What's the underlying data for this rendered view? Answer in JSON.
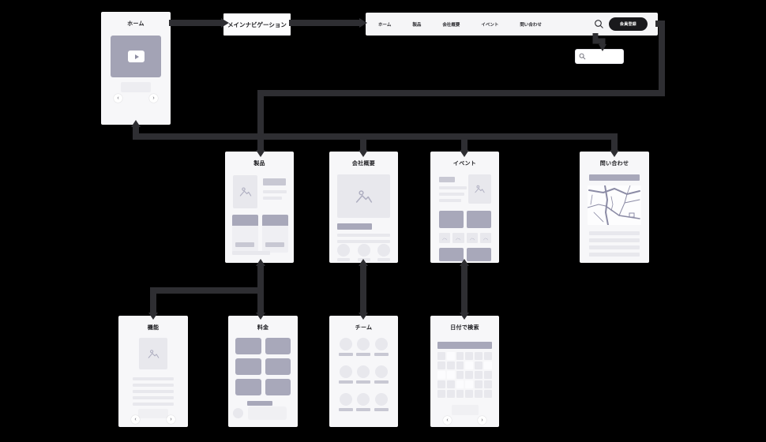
{
  "colors": {
    "background": "#000000",
    "card": "#F7F7F9",
    "connector": "#2E2E32",
    "dark_fill": "#A8A8BA",
    "medium_fill": "#C8C8D3",
    "light_fill": "#E8E8ED",
    "cta_background": "#19191C"
  },
  "icons": {
    "chevron_left": "‹",
    "chevron_right": "›",
    "search": "search-magnifier",
    "play": "video-play",
    "image": "mountain-photo"
  },
  "home": {
    "title": "ホーム"
  },
  "nav_label": {
    "text": "メインナビゲーション"
  },
  "navbar": {
    "items": [
      "ホーム",
      "製品",
      "会社概要",
      "イベント",
      "問い合わせ"
    ],
    "signup_label": "会員登録"
  },
  "pages": {
    "products": {
      "title": "製品"
    },
    "about": {
      "title": "会社概要"
    },
    "events": {
      "title": "イベント"
    },
    "contact": {
      "title": "問い合わせ"
    }
  },
  "subpages": {
    "features": {
      "title": "機能"
    },
    "pricing": {
      "title": "料金"
    },
    "team": {
      "title": "チーム"
    },
    "date_search": {
      "title": "日付で検索"
    }
  }
}
